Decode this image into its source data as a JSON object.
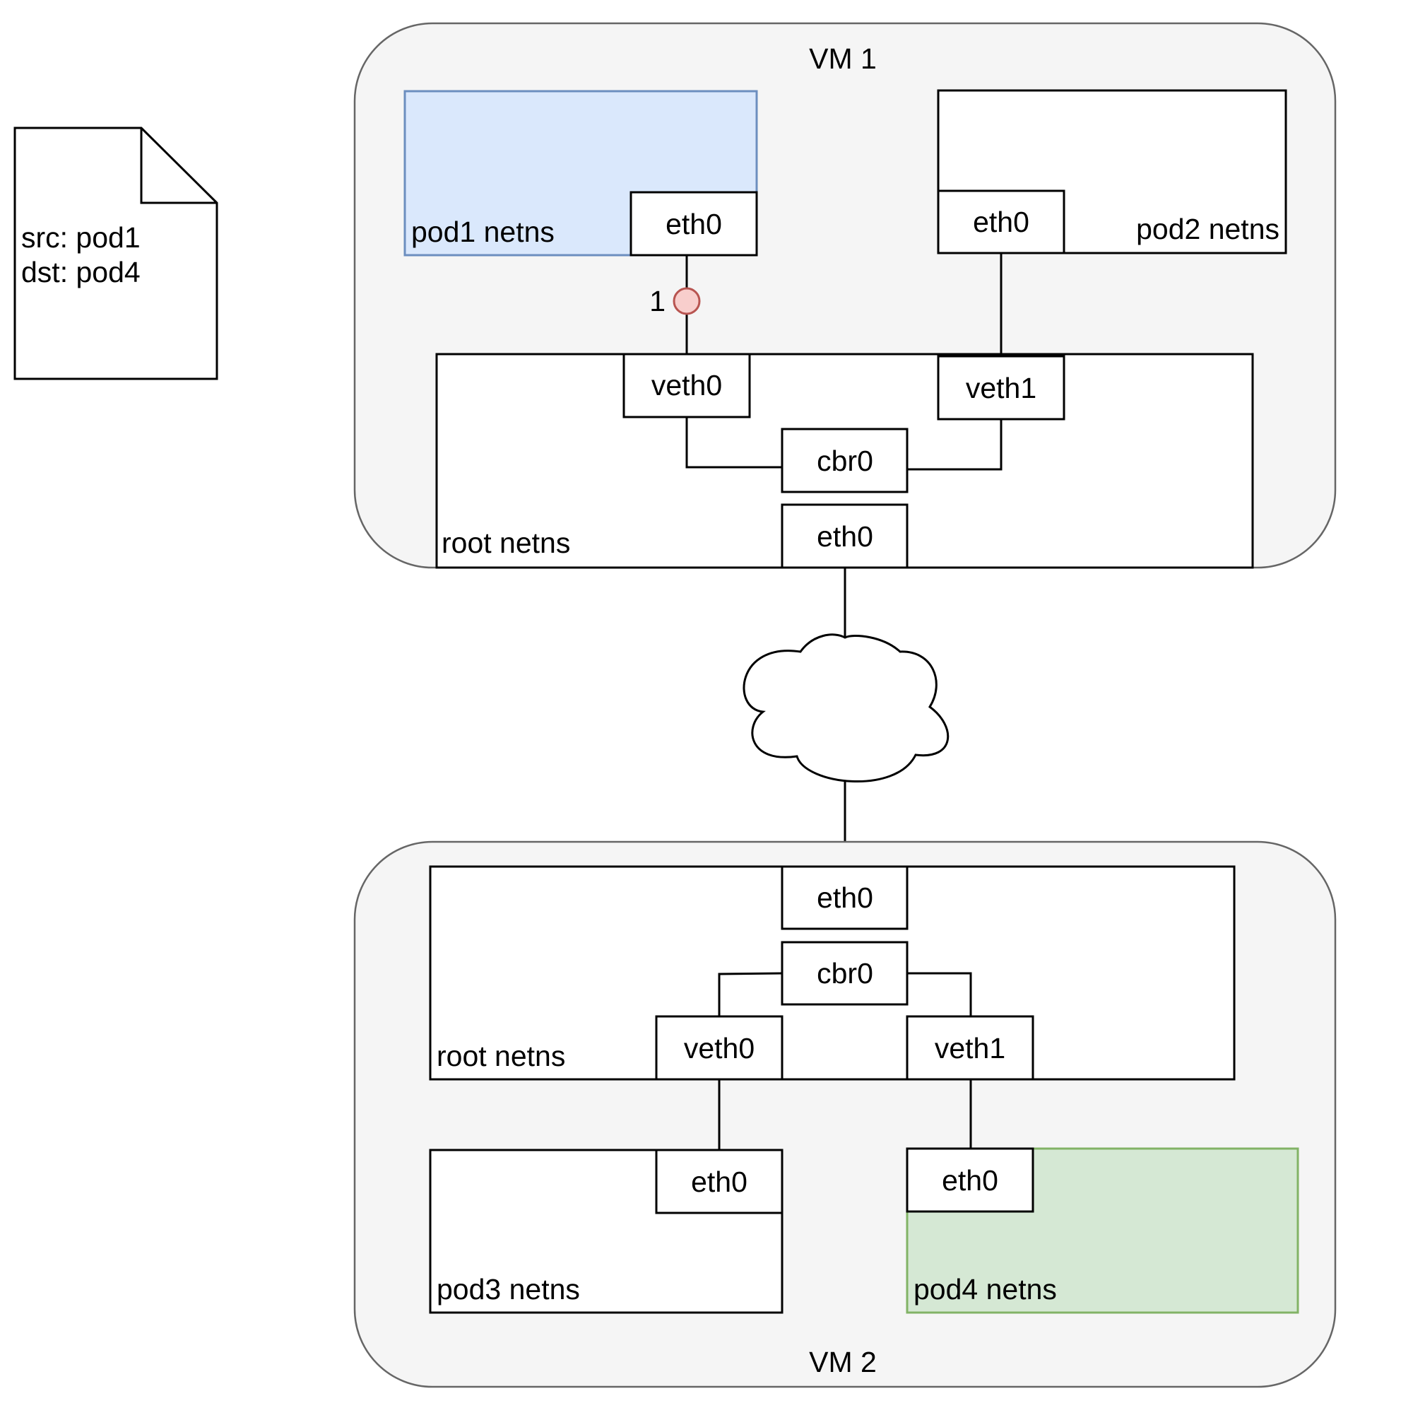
{
  "packet": {
    "src_line": "src: pod1",
    "dst_line": "dst: pod4"
  },
  "vm1": {
    "title": "VM 1",
    "pod1_netns": "pod1 netns",
    "pod1_eth0": "eth0",
    "pod2_netns": "pod2 netns",
    "pod2_eth0": "eth0",
    "root_netns": "root netns",
    "veth0": "veth0",
    "veth1": "veth1",
    "cbr0": "cbr0",
    "root_eth0": "eth0"
  },
  "step_marker": {
    "label": "1",
    "color": "#f8cecc",
    "stroke": "#b85450"
  },
  "vm2": {
    "title": "VM 2",
    "root_eth0": "eth0",
    "cbr0": "cbr0",
    "veth0": "veth0",
    "veth1": "veth1",
    "root_netns": "root netns",
    "pod3_eth0": "eth0",
    "pod3_netns": "pod3 netns",
    "pod4_eth0": "eth0",
    "pod4_netns": "pod4 netns"
  },
  "colors": {
    "pod1_fill": "#dae8fc",
    "pod1_stroke": "#6c8ebf",
    "pod4_fill": "#d5e8d4",
    "pod4_stroke": "#82b366"
  }
}
